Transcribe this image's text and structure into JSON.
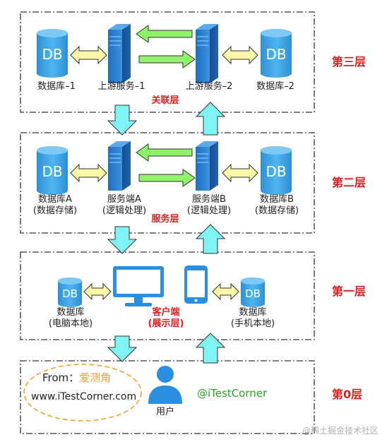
{
  "layers": {
    "l3": "第三层",
    "l2": "第二层",
    "l1": "第一层",
    "l0": "第0层"
  },
  "db_label": "DB",
  "layer3": {
    "db1": "数据库–1",
    "server1": "上游服务–1",
    "server2": "上游服务–2",
    "db2": "数据库–2",
    "caption": "关联层"
  },
  "layer2": {
    "dbA_line1": "数据库A",
    "dbA_line2": "(数据存储)",
    "serverA_line1": "服务端A",
    "serverA_line2": "(逻辑处理)",
    "serverB_line1": "服务端B",
    "serverB_line2": "(逻辑处理)",
    "dbB_line1": "数据库B",
    "dbB_line2": "(数据存储)",
    "caption": "服务层"
  },
  "layer1": {
    "db_left_line1": "数据库",
    "db_left_line2": "(电脑本地)",
    "client_line1": "客户端",
    "client_line2": "(展示层)",
    "db_right_line1": "数据库",
    "db_right_line2": "(手机本地)"
  },
  "layer0": {
    "from_label": "From：",
    "from_name": "爱测角",
    "site": "www.iTestCorner.com",
    "user": "用户",
    "handle": "@iTestCorner"
  },
  "watermark": "@稀土掘金技术社区",
  "colors": {
    "db_fill": "#3aa3e8",
    "server_fill": "#2b7fd0",
    "yellow_arrow": "#fbf7a8",
    "green_arrow": "#8ff36a",
    "cyan_arrow": "#7ff4f4",
    "layer_red": "#e02020",
    "handle_green": "#26a51f",
    "from_orange": "#f2a22a"
  }
}
